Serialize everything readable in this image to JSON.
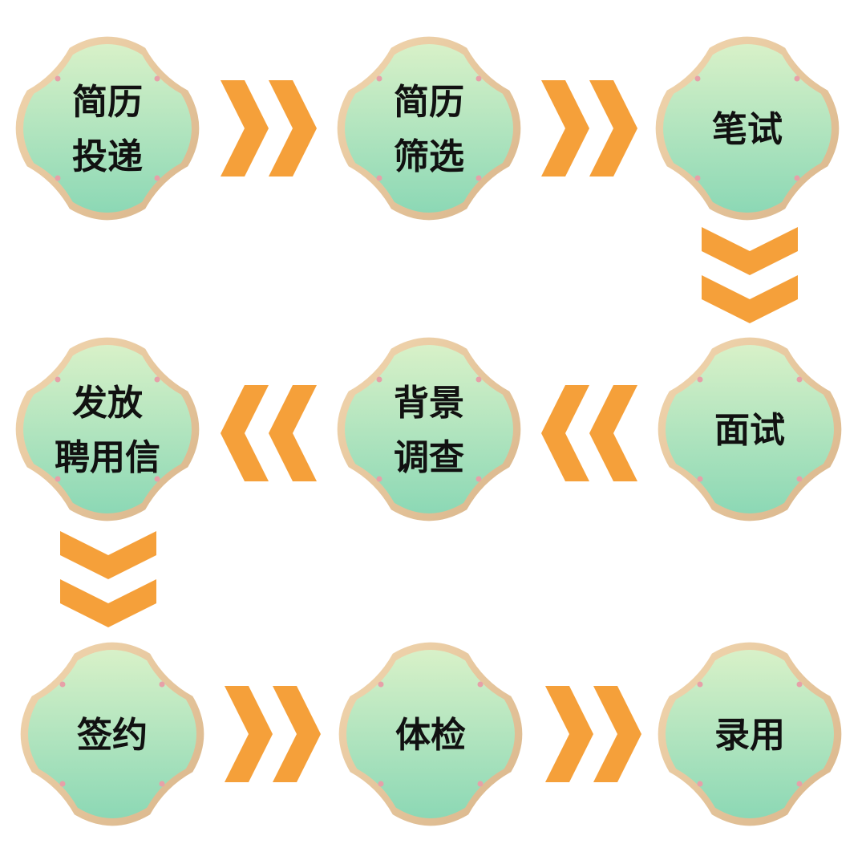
{
  "title": "招聘流程",
  "steps": [
    {
      "lines": [
        "简历",
        "投递"
      ]
    },
    {
      "lines": [
        "简历",
        "筛选"
      ]
    },
    {
      "lines": [
        "笔试"
      ]
    },
    {
      "lines": [
        "面试"
      ]
    },
    {
      "lines": [
        "背景",
        "调查"
      ]
    },
    {
      "lines": [
        "发放",
        "聘用信"
      ]
    },
    {
      "lines": [
        "签约"
      ]
    },
    {
      "lines": [
        "体检"
      ]
    },
    {
      "lines": [
        "录用"
      ]
    }
  ],
  "colors": {
    "arrow": "#F5A03A",
    "frame": "#E9C9A0",
    "fill_top": "#D6F0C6",
    "fill_bottom": "#8FD9B6"
  }
}
